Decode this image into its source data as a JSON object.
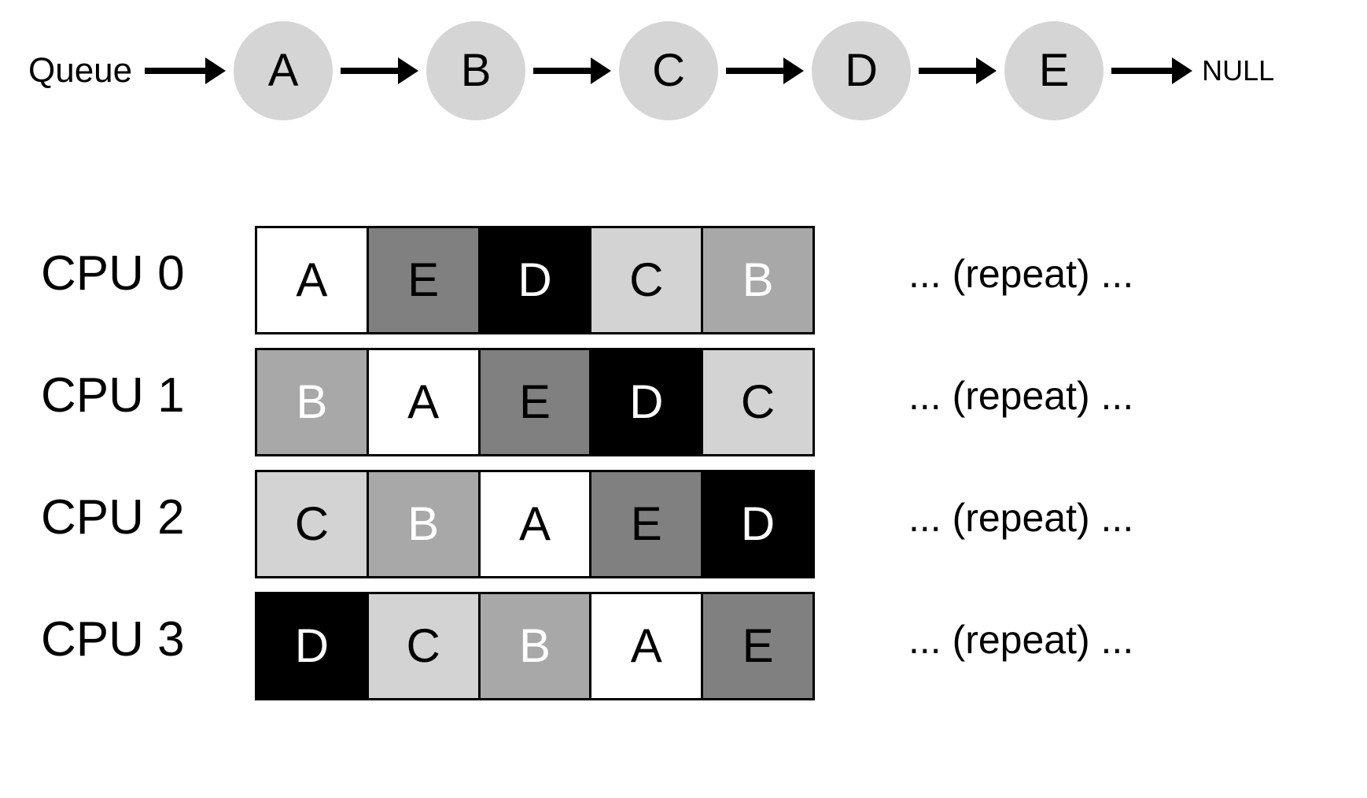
{
  "queue": {
    "label": "Queue",
    "terminator": "NULL",
    "nodes": [
      {
        "label": "A"
      },
      {
        "label": "B"
      },
      {
        "label": "C"
      },
      {
        "label": "D"
      },
      {
        "label": "E"
      }
    ],
    "node_fill": "#d5d5d5",
    "arrow_color": "#000000"
  },
  "palette": {
    "A": {
      "bg": "#ffffff",
      "fg": "#000000"
    },
    "B": {
      "bg": "#a8a8a8",
      "fg": "#ffffff"
    },
    "C": {
      "bg": "#d3d3d3",
      "fg": "#000000"
    },
    "D": {
      "bg": "#000000",
      "fg": "#ffffff"
    },
    "E": {
      "bg": "#808080",
      "fg": "#000000"
    }
  },
  "schedule": {
    "repeat_text": "... (repeat) ...",
    "rows": [
      {
        "cpu": "CPU 0",
        "slots": [
          {
            "task": "A",
            "bg": "#ffffff",
            "fg": "#000000"
          },
          {
            "task": "E",
            "bg": "#808080",
            "fg": "#000000"
          },
          {
            "task": "D",
            "bg": "#000000",
            "fg": "#ffffff"
          },
          {
            "task": "C",
            "bg": "#d3d3d3",
            "fg": "#000000"
          },
          {
            "task": "B",
            "bg": "#a8a8a8",
            "fg": "#ffffff"
          }
        ]
      },
      {
        "cpu": "CPU 1",
        "slots": [
          {
            "task": "B",
            "bg": "#a8a8a8",
            "fg": "#ffffff"
          },
          {
            "task": "A",
            "bg": "#ffffff",
            "fg": "#000000"
          },
          {
            "task": "E",
            "bg": "#808080",
            "fg": "#000000"
          },
          {
            "task": "D",
            "bg": "#000000",
            "fg": "#ffffff"
          },
          {
            "task": "C",
            "bg": "#d3d3d3",
            "fg": "#000000"
          }
        ]
      },
      {
        "cpu": "CPU 2",
        "slots": [
          {
            "task": "C",
            "bg": "#d3d3d3",
            "fg": "#000000"
          },
          {
            "task": "B",
            "bg": "#a8a8a8",
            "fg": "#ffffff"
          },
          {
            "task": "A",
            "bg": "#ffffff",
            "fg": "#000000"
          },
          {
            "task": "E",
            "bg": "#808080",
            "fg": "#000000"
          },
          {
            "task": "D",
            "bg": "#000000",
            "fg": "#ffffff"
          }
        ]
      },
      {
        "cpu": "CPU 3",
        "slots": [
          {
            "task": "D",
            "bg": "#000000",
            "fg": "#ffffff"
          },
          {
            "task": "C",
            "bg": "#d3d3d3",
            "fg": "#000000"
          },
          {
            "task": "B",
            "bg": "#a8a8a8",
            "fg": "#ffffff"
          },
          {
            "task": "A",
            "bg": "#ffffff",
            "fg": "#000000"
          },
          {
            "task": "E",
            "bg": "#808080",
            "fg": "#000000"
          }
        ]
      }
    ]
  }
}
